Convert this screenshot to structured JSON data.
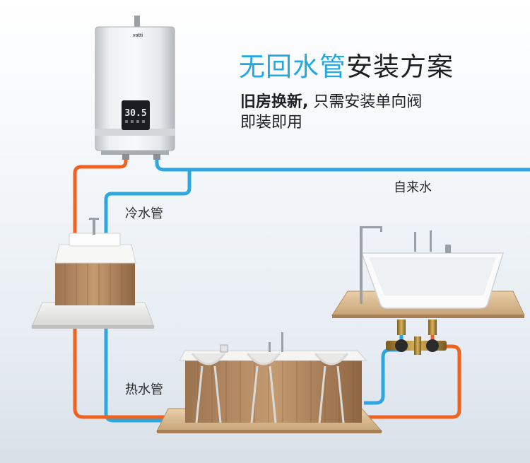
{
  "header": {
    "title_highlight": "无回水管",
    "title_rest": "安装方案",
    "subtitle_line1_bold": "旧房换新,",
    "subtitle_line1_rest": " 只需安装单向阀",
    "subtitle_line2": "即装即用"
  },
  "heater": {
    "brand": "vatti",
    "display_reading": "30.5"
  },
  "labels": {
    "tap_water": "自来水",
    "cold_pipe": "冷水管",
    "hot_pipe": "热水管"
  },
  "colors": {
    "hot_pipe": "#f0621e",
    "cold_pipe": "#2ea7e0",
    "title_accent": "#21a8e6"
  }
}
